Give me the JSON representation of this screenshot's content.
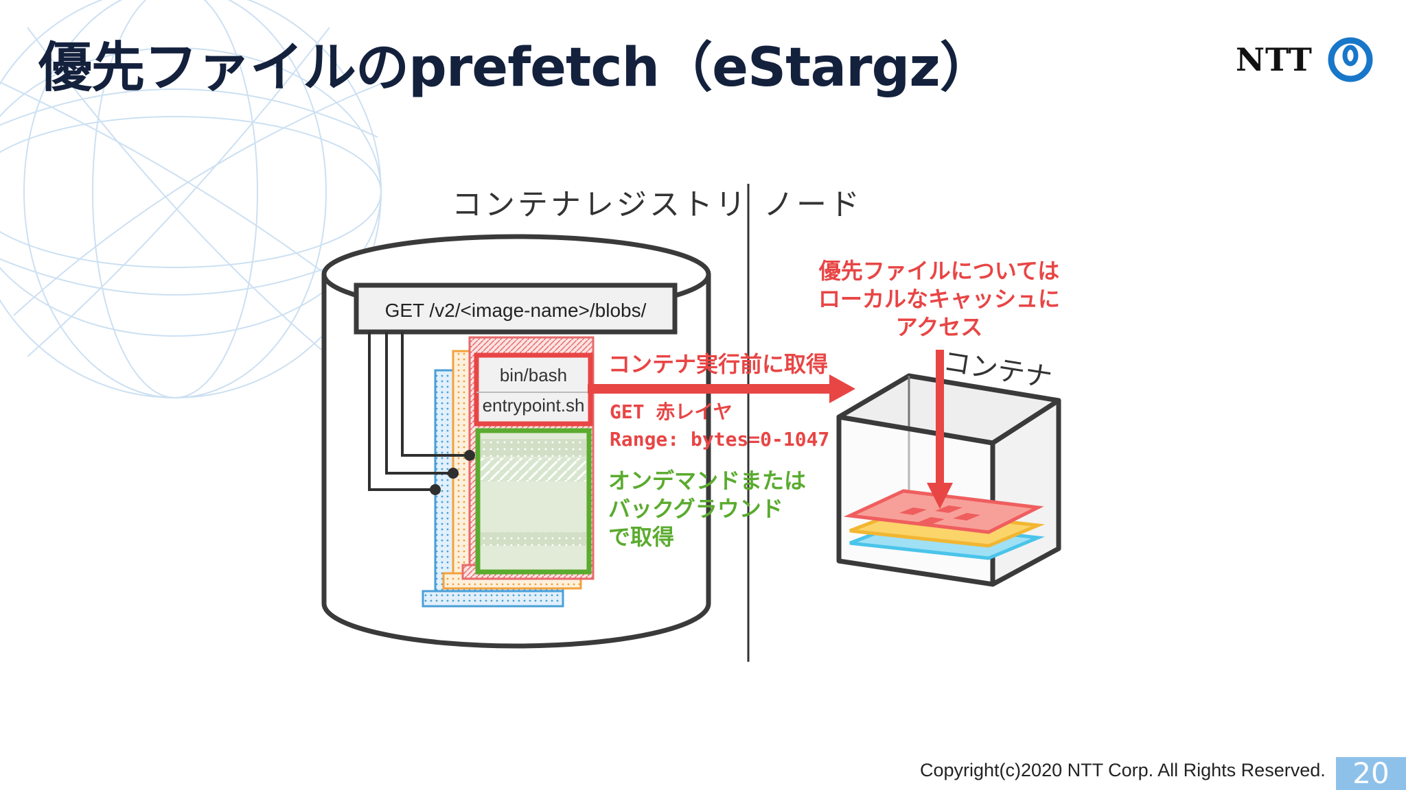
{
  "title": "優先ファイルのprefetch（eStargz）",
  "logo": {
    "text": "NTT"
  },
  "headers": {
    "registry": "コンテナレジストリ",
    "node": "ノード"
  },
  "request": {
    "label": "GET /v2/<image-name>/blobs/"
  },
  "files": {
    "file1": "bin/bash",
    "file2": "entrypoint.sh"
  },
  "annotations": {
    "prefetch": "コンテナ実行前に取得",
    "get_line1": "GET 赤レイヤ",
    "get_line2": "Range: bytes=0-1047",
    "ondemand": [
      "オンデマンドまたは",
      "バックグラウンド",
      "で取得"
    ],
    "local": [
      "優先ファイルについては",
      "ローカルなキャッシュに",
      "アクセス"
    ],
    "container": "コンテナ"
  },
  "colors": {
    "red": "#e84545",
    "green": "#5aab2e",
    "orange": "#f2a23a",
    "blue": "#4a9fd8",
    "navy": "#14213d"
  },
  "footer": {
    "copyright": "Copyright(c)2020 NTT Corp. All Rights Reserved.",
    "page": "20"
  }
}
